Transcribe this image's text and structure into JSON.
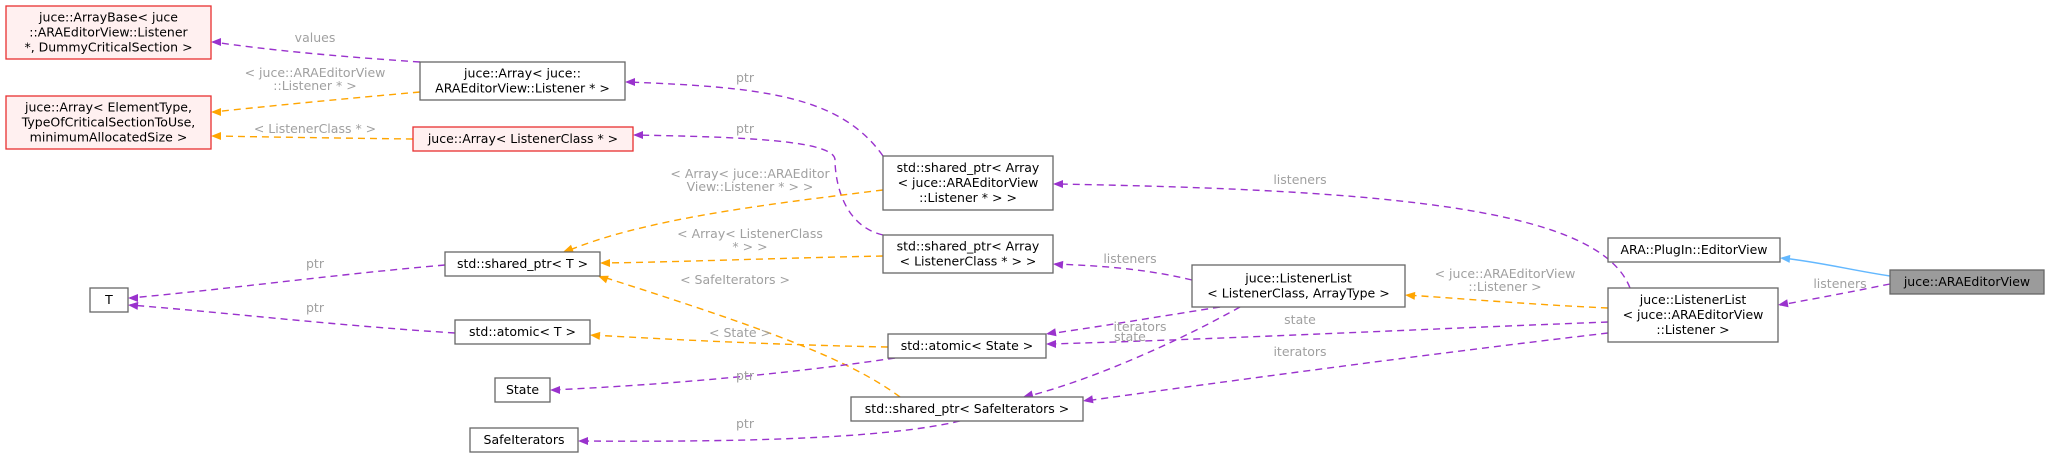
{
  "colors": {
    "member_edge": "#9a32cd",
    "template_edge": "#ffa500",
    "inheritance_edge": "#63b8ff",
    "focus_node_fill": "#9b9b9b",
    "truncated_node_border": "#e83030",
    "edge_label": "#a0a0a0"
  },
  "nodes": {
    "array_base": [
      "juce::ArrayBase< juce",
      "::ARAEditorView::Listener",
      " *, DummyCriticalSection >"
    ],
    "array_generic": [
      "juce::Array< ElementType,",
      "TypeOfCriticalSectionToUse,",
      "minimumAllocatedSize >"
    ],
    "T": [
      "T"
    ],
    "array_listener_ptr": [
      "juce::Array< juce::",
      "ARAEditorView::Listener * >"
    ],
    "array_listenerclass": [
      "juce::Array< ListenerClass * >"
    ],
    "shared_ptr_T": [
      "std::shared_ptr< T >"
    ],
    "atomic_T": [
      "std::atomic< T >"
    ],
    "State": [
      "State"
    ],
    "SafeIterators": [
      "SafeIterators"
    ],
    "shared_ptr_array_ara": [
      "std::shared_ptr< Array",
      "< juce::ARAEditorView",
      "::Listener * > >"
    ],
    "shared_ptr_array_lc": [
      "std::shared_ptr< Array",
      "< ListenerClass * > >"
    ],
    "atomic_state": [
      "std::atomic< State >"
    ],
    "shared_ptr_safe": [
      "std::shared_ptr< SafeIterators >"
    ],
    "listenerlist_generic": [
      "juce::ListenerList",
      "< ListenerClass, ArrayType >"
    ],
    "editorview": [
      "ARA::PlugIn::EditorView"
    ],
    "listenerlist_ara": [
      "juce::ListenerList",
      "< juce::ARAEditorView",
      "::Listener >"
    ],
    "araeditorview": [
      "juce::ARAEditorView"
    ]
  },
  "edge_labels": {
    "values": [
      "values"
    ],
    "tmpl_ara_listener": [
      "< juce::ARAEditorView",
      "::Listener * >"
    ],
    "tmpl_listenerclass": [
      "< ListenerClass * >"
    ],
    "ptr_array_ara": [
      "ptr"
    ],
    "ptr_array_lc": [
      "ptr"
    ],
    "tmpl_array_ara": [
      "< Array< juce::ARAEditor",
      "View::Listener * > >"
    ],
    "tmpl_array_lc": [
      "< Array< ListenerClass",
      "* > >"
    ],
    "tmpl_safe": [
      "< SafeIterators >"
    ],
    "ptr_shared_T": [
      "ptr"
    ],
    "ptr_atomic_T": [
      "ptr"
    ],
    "tmpl_state": [
      "< State >"
    ],
    "ptr_state": [
      "ptr"
    ],
    "ptr_safe": [
      "ptr"
    ],
    "listeners_lc": [
      "listeners"
    ],
    "state_generic": [
      "state"
    ],
    "iterators_generic": [
      "iterators"
    ],
    "listeners_ara": [
      "listeners"
    ],
    "tmpl_listenerlist": [
      "< juce::ARAEditorView",
      "::Listener >"
    ],
    "state_ara": [
      "state"
    ],
    "iterators_ara": [
      "iterators"
    ],
    "listeners_final": [
      "listeners"
    ]
  }
}
